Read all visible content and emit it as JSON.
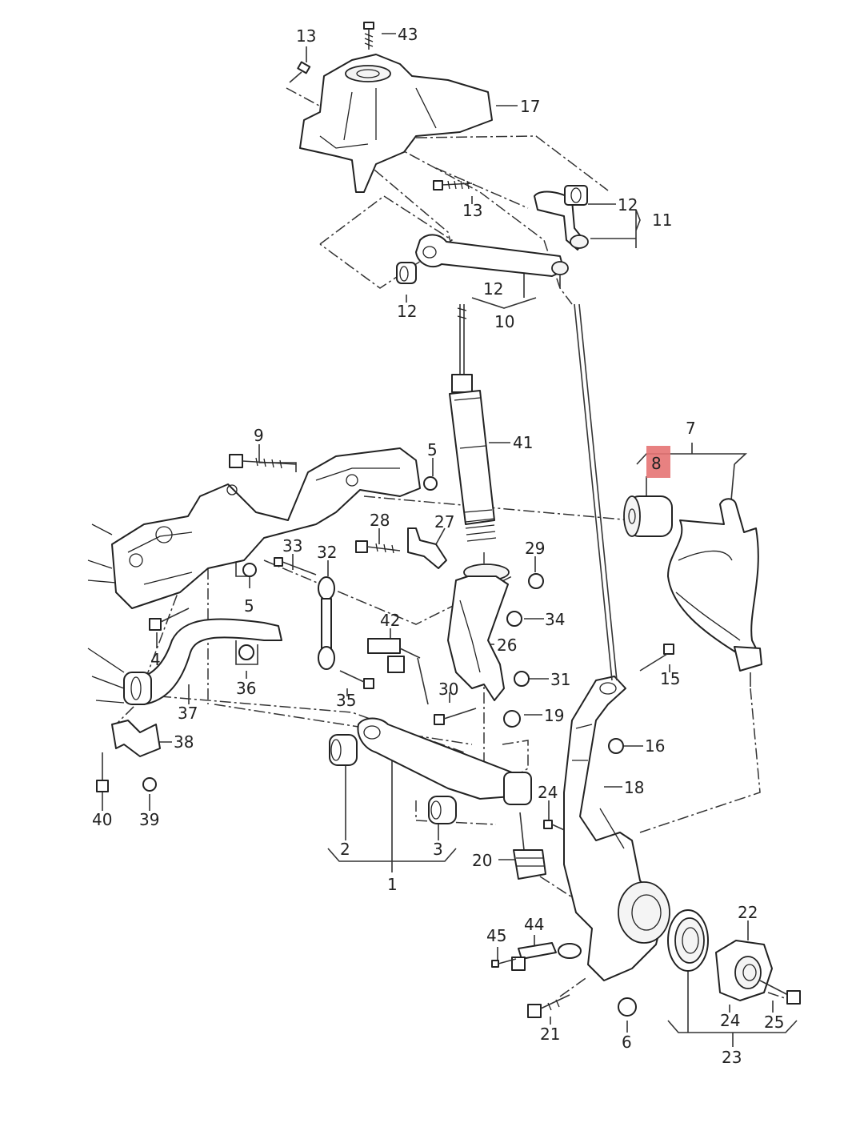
{
  "highlight_color": "#e57373",
  "callouts": [
    {
      "id": "c43",
      "text": "43"
    },
    {
      "id": "c13a",
      "text": "13"
    },
    {
      "id": "c17",
      "text": "17"
    },
    {
      "id": "c13b",
      "text": "13"
    },
    {
      "id": "c12a",
      "text": "12"
    },
    {
      "id": "c11",
      "text": "11"
    },
    {
      "id": "c12b",
      "text": "12"
    },
    {
      "id": "c12c",
      "text": "12"
    },
    {
      "id": "c10",
      "text": "10"
    },
    {
      "id": "c41",
      "text": "41"
    },
    {
      "id": "c7",
      "text": "7"
    },
    {
      "id": "c8",
      "text": "8",
      "highlighted": true
    },
    {
      "id": "c9",
      "text": "9"
    },
    {
      "id": "c5a",
      "text": "5"
    },
    {
      "id": "c28",
      "text": "28"
    },
    {
      "id": "c27",
      "text": "27"
    },
    {
      "id": "c33",
      "text": "33"
    },
    {
      "id": "c32",
      "text": "32"
    },
    {
      "id": "c29",
      "text": "29"
    },
    {
      "id": "c5b",
      "text": "5"
    },
    {
      "id": "c42",
      "text": "42"
    },
    {
      "id": "c34",
      "text": "34"
    },
    {
      "id": "c26",
      "text": "26"
    },
    {
      "id": "c4",
      "text": "4"
    },
    {
      "id": "c15",
      "text": "15"
    },
    {
      "id": "c36",
      "text": "36"
    },
    {
      "id": "c31",
      "text": "31"
    },
    {
      "id": "c37",
      "text": "37"
    },
    {
      "id": "c35",
      "text": "35"
    },
    {
      "id": "c30",
      "text": "30"
    },
    {
      "id": "c19",
      "text": "19"
    },
    {
      "id": "c38",
      "text": "38"
    },
    {
      "id": "c16",
      "text": "16"
    },
    {
      "id": "c18",
      "text": "18"
    },
    {
      "id": "c40",
      "text": "40"
    },
    {
      "id": "c39",
      "text": "39"
    },
    {
      "id": "c24a",
      "text": "24"
    },
    {
      "id": "c2",
      "text": "2"
    },
    {
      "id": "c3",
      "text": "3"
    },
    {
      "id": "c20",
      "text": "20"
    },
    {
      "id": "c1",
      "text": "1"
    },
    {
      "id": "c22",
      "text": "22"
    },
    {
      "id": "c45",
      "text": "45"
    },
    {
      "id": "c44",
      "text": "44"
    },
    {
      "id": "c24b",
      "text": "24"
    },
    {
      "id": "c25",
      "text": "25"
    },
    {
      "id": "c21",
      "text": "21"
    },
    {
      "id": "c6",
      "text": "6"
    },
    {
      "id": "c23",
      "text": "23"
    }
  ]
}
